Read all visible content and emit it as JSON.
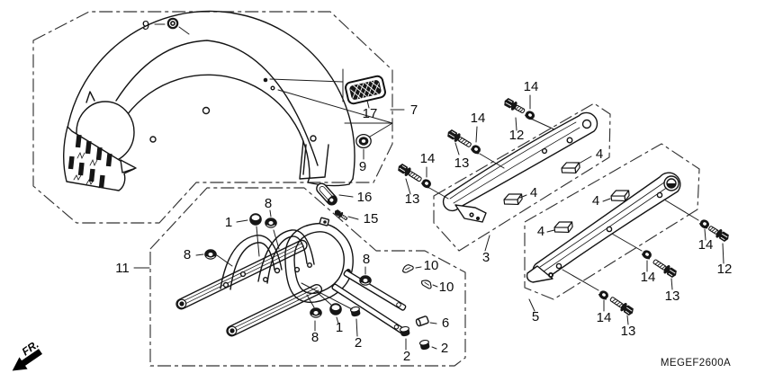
{
  "diagram": {
    "code": "MEGEF2600A",
    "direction_label": "FR.",
    "callouts": {
      "c9_top": "9",
      "c17": "17",
      "c7": "7",
      "c9_side": "9",
      "c16": "16",
      "c15": "15",
      "c11": "11",
      "c8_top": "8",
      "c1_top": "1",
      "c8_left": "8",
      "c8_right": "8",
      "c10_a": "10",
      "c10_b": "10",
      "c3": "3",
      "c6": "6",
      "c1_bot": "1",
      "c8_bot": "8",
      "c2_a": "2",
      "c2_b": "2",
      "c2_c": "2",
      "c14_a": "14",
      "c12_a": "12",
      "c14_b": "14",
      "c13_a": "13",
      "c14_c": "14",
      "c13_b": "13",
      "c4_a": "4",
      "c4_b": "4",
      "c4_c": "4",
      "c4_d": "4",
      "c14_d": "14",
      "c12_b": "12",
      "c14_e": "14",
      "c13_c": "13",
      "c14_f": "14",
      "c13_d": "13",
      "c5": "5"
    }
  }
}
